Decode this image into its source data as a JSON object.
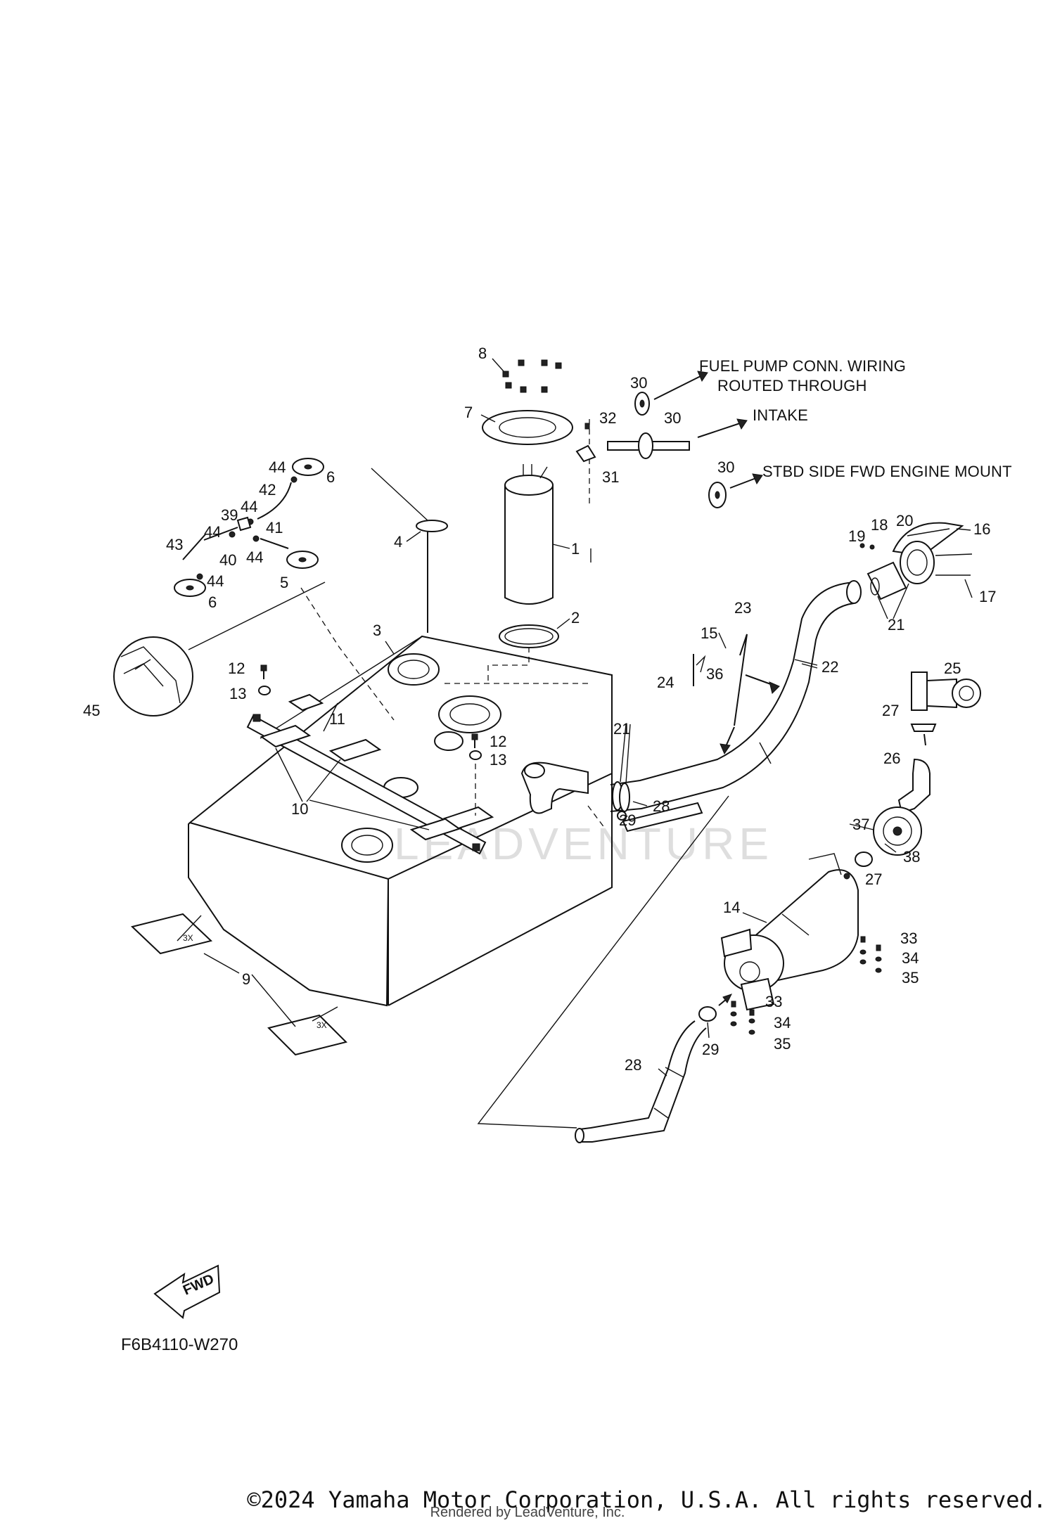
{
  "notes": {
    "fuel_pump_line1": "FUEL PUMP CONN. WIRING",
    "fuel_pump_line2": "ROUTED THROUGH",
    "intake": "INTAKE",
    "stbd": "STBD SIDE FWD ENGINE MOUNT"
  },
  "part_labels": [
    "1",
    "2",
    "3",
    "4",
    "5",
    "6",
    "6",
    "7",
    "8",
    "9",
    "10",
    "11",
    "12",
    "12",
    "13",
    "13",
    "14",
    "15",
    "16",
    "17",
    "18",
    "19",
    "20",
    "21",
    "21",
    "22",
    "23",
    "24",
    "25",
    "26",
    "27",
    "27",
    "28",
    "28",
    "29",
    "29",
    "30",
    "30",
    "30",
    "31",
    "32",
    "33",
    "33",
    "34",
    "34",
    "35",
    "35",
    "36",
    "37",
    "38",
    "39",
    "40",
    "41",
    "42",
    "43",
    "44",
    "44",
    "44",
    "44",
    "44",
    "45"
  ],
  "decal_text": "3X",
  "fwd_text": "FWD",
  "diagram_code": "F6B4110-W270",
  "watermark": "LEADVENTURE",
  "copyright": "©2024 Yamaha Motor Corporation, U.S.A. All rights reserved.",
  "rendered_by": "Rendered by LeadVenture, Inc."
}
